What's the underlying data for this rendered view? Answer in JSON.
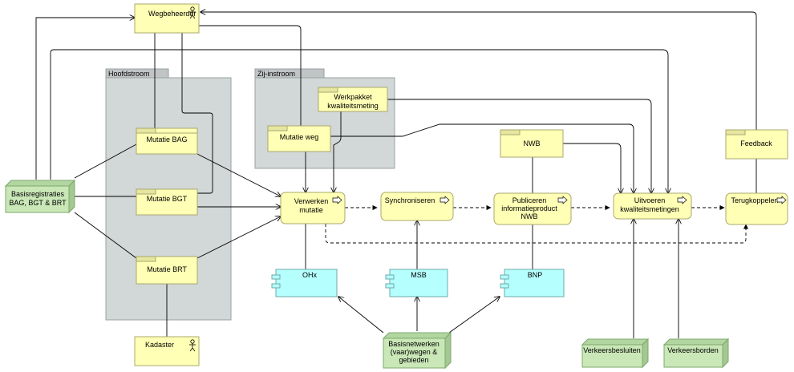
{
  "colors": {
    "business": "#ffffb5",
    "business_border": "#a8a86e",
    "application": "#b5ffff",
    "application_border": "#6ea8a8",
    "technology": "#c9e7b7",
    "technology_border": "#7fa86e",
    "group": "#d2d7d7",
    "group_border": "#9aa0a0",
    "group_tab": "#c0c4c4",
    "line": "#000000"
  },
  "groups": {
    "hoofdstroom": "Hoofdstroom",
    "zij_instroom": "Zij-instroom"
  },
  "actors": {
    "wegbeheerder": "Wegbeheerder",
    "kadaster": "Kadaster"
  },
  "objects": {
    "mutatie_bag": "Mutatie BAG",
    "mutatie_bgt": "Mutatie BGT",
    "mutatie_brt": "Mutatie BRT",
    "mutatie_weg": "Mutatie weg",
    "werkpakket_1": "Werkpakket",
    "werkpakket_2": "kwaliteitsmeting",
    "nwb": "NWB",
    "feedback": "Feedback"
  },
  "processes": {
    "verwerken_1": "Verwerken",
    "verwerken_2": "mutatie",
    "synchroniseren": "Synchroniseren",
    "publiceren_1": "Publiceren",
    "publiceren_2": "informatieproduct",
    "publiceren_3": "NWB",
    "uitvoeren_1": "Uitvoeren",
    "uitvoeren_2": "kwaliteitsmetingen",
    "terugkoppelen": "Terugkoppelen"
  },
  "components": {
    "ohx": "OHx",
    "msb": "MSB",
    "bnp": "BNP"
  },
  "nodes": {
    "basisregistraties_1": "Basisregistraties",
    "basisregistraties_2": "BAG, BGT & BRT",
    "basisnetwerken_1": "Basisnetwerken",
    "basisnetwerken_2": "(vaar)wegen &",
    "basisnetwerken_3": "gebieden",
    "verkeersbesluiten": "Verkeersbesluiten",
    "verkeersborden": "Verkeersborden"
  }
}
